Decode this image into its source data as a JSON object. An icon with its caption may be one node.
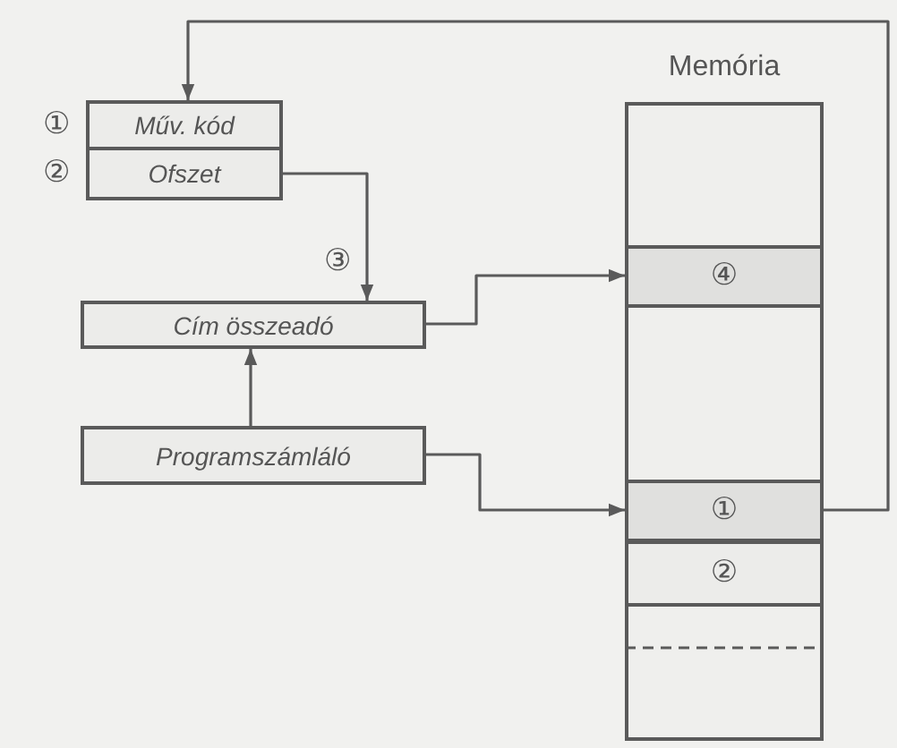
{
  "diagram": {
    "nodes": [
      {
        "text": [
          "Műv. kód"
        ],
        "beside": [
          "①"
        ]
      },
      {
        "text": [
          "Ofszet"
        ],
        "beside": [
          "②"
        ]
      },
      {
        "text": [
          "Cím összeadó"
        ]
      },
      {
        "text": [
          "Programszámláló"
        ]
      },
      {
        "text": [
          "Memória"
        ]
      },
      {
        "text": [
          "④"
        ],
        "in": 4
      },
      {
        "text": [
          "①"
        ],
        "in": 4
      },
      {
        "text": [
          "②"
        ],
        "in": 4
      }
    ],
    "edges": [
      {
        "from": 6,
        "to": 0,
        "arrow": "to"
      },
      {
        "from": 1,
        "to": 2,
        "arrow": "to",
        "label": "③"
      },
      {
        "from": 2,
        "to": 5,
        "arrow": "to"
      },
      {
        "from": 3,
        "to": 2,
        "arrow": "to"
      },
      {
        "from": 3,
        "to": 6,
        "arrow": "to"
      }
    ]
  }
}
